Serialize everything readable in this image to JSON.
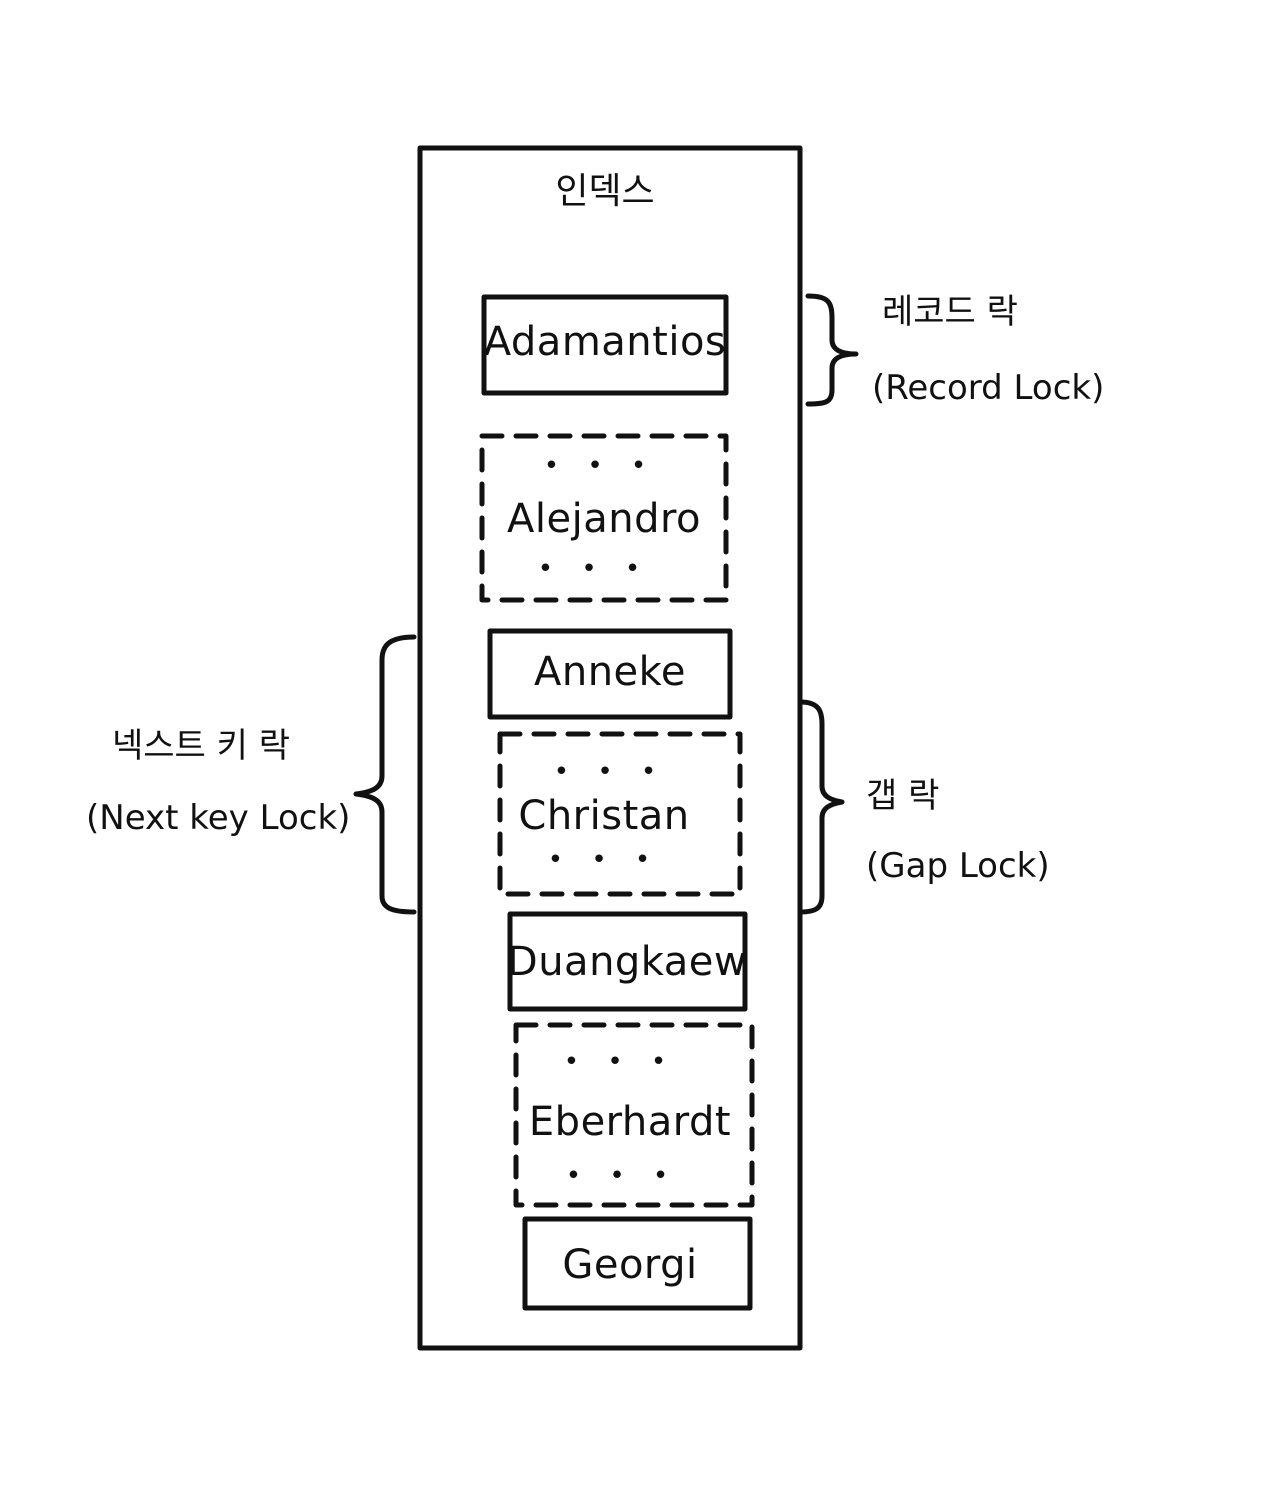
{
  "index_title": "인덱스",
  "entries": [
    {
      "label": "Adamantios",
      "style": "solid"
    },
    {
      "label": "Alejandro",
      "style": "dashed",
      "dots": "• • •"
    },
    {
      "label": "Anneke",
      "style": "solid"
    },
    {
      "label": "Christan",
      "style": "dashed",
      "dots": "• • •"
    },
    {
      "label": "Duangkaew",
      "style": "solid"
    },
    {
      "label": "Eberhardt",
      "style": "dashed",
      "dots": "• • •"
    },
    {
      "label": "Georgi",
      "style": "solid"
    }
  ],
  "annotations": {
    "record_lock": {
      "korean": "레코드 락",
      "english": "(Record Lock)"
    },
    "gap_lock": {
      "korean": "갭 락",
      "english": "(Gap Lock)"
    },
    "next_key_lock": {
      "korean": "넥스트 키 락",
      "english": "(Next key Lock)"
    }
  },
  "colors": {
    "ink": "#111111",
    "background": "#ffffff"
  }
}
